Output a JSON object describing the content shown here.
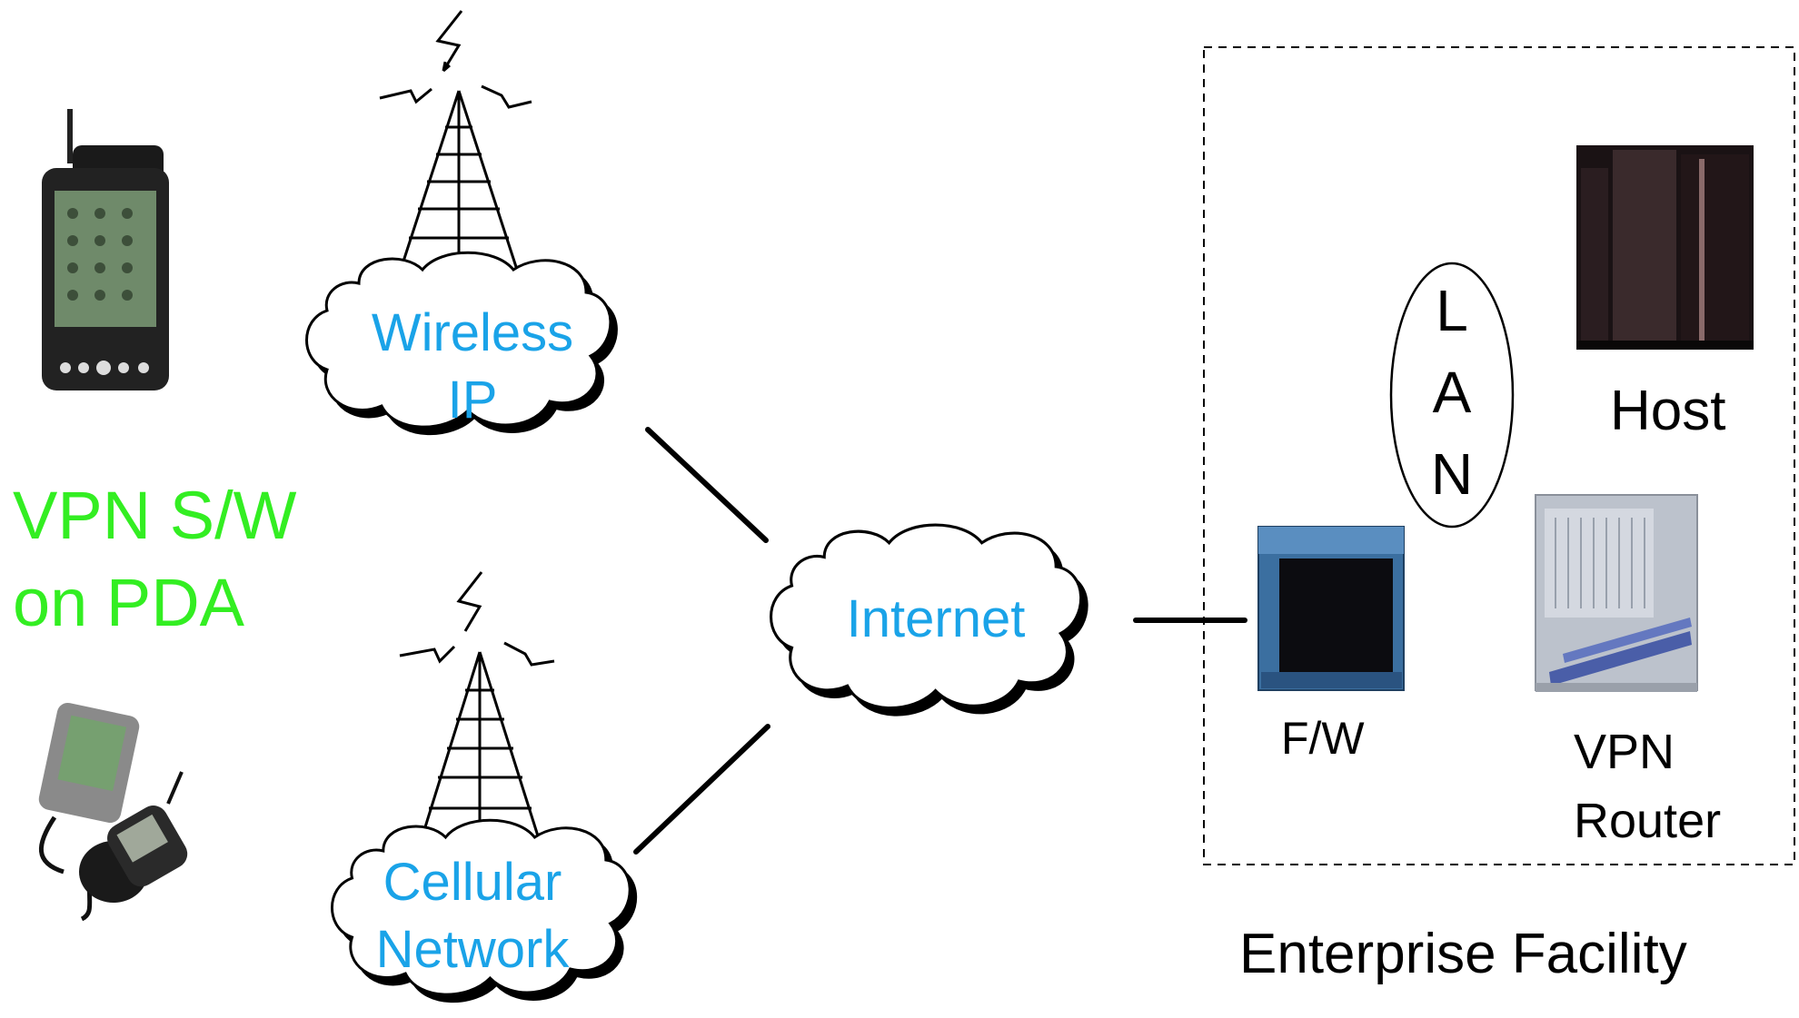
{
  "colors": {
    "pda_label": "#33ee22",
    "cloud_label": "#1aa3e8",
    "text": "#000000",
    "line": "#000000"
  },
  "pda": {
    "label_line1": "VPN S/W",
    "label_line2": "on PDA",
    "icons": [
      "pda-handheld-icon",
      "pda-with-phone-icon"
    ]
  },
  "clouds": {
    "wireless": {
      "line1": "Wireless",
      "line2": "IP"
    },
    "cellular": {
      "line1": "Cellular",
      "line2": "Network"
    },
    "internet": {
      "label": "Internet"
    }
  },
  "towers": [
    "radio-tower-icon",
    "radio-tower-icon"
  ],
  "enterprise": {
    "title": "Enterprise Facility",
    "lan_letters": [
      "L",
      "A",
      "N"
    ],
    "firewall_label": "F/W",
    "host_label": "Host",
    "router_line1": "VPN",
    "router_line2": "Router"
  }
}
